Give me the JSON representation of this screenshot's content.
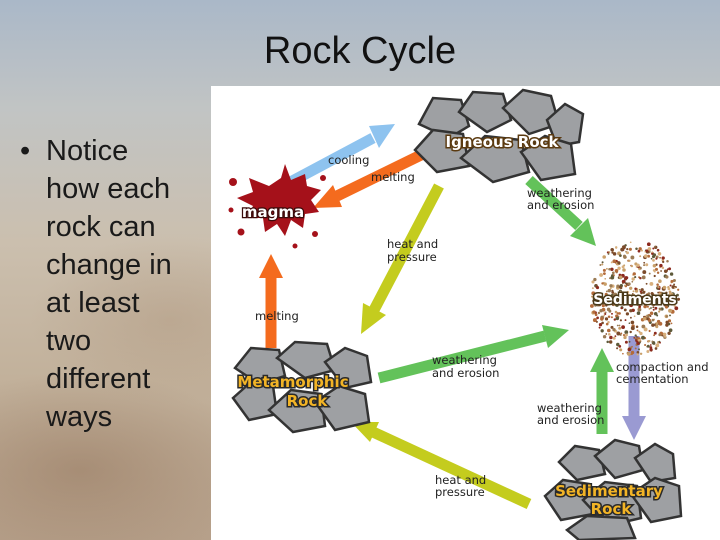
{
  "slide": {
    "title": "Rock Cycle",
    "bullet_lines": [
      "Notice",
      "how each",
      "rock can",
      "change in",
      "at least",
      "two",
      "different",
      "ways"
    ]
  },
  "diagram": {
    "nodes": {
      "igneous": "Igneous Rock",
      "magma": "magma",
      "sediments": "Sediments",
      "metamorphic_line1": "Metamorphic",
      "metamorphic_line2": "Rock",
      "sedimentary_line1": "Sedimentary",
      "sedimentary_line2": "Rock"
    },
    "labels": {
      "cooling": "cooling",
      "melting_top": "melting",
      "weathering_top_1": "weathering",
      "weathering_top_2": "and erosion",
      "heat_pressure_mid_1": "heat and",
      "heat_pressure_mid_2": "pressure",
      "melting_left": "melting",
      "weathering_mid_1": "weathering",
      "weathering_mid_2": "and erosion",
      "compaction_1": "compaction and",
      "compaction_2": "cementation",
      "weathering_low_1": "weathering",
      "weathering_low_2": "and erosion",
      "heat_pressure_low_1": "heat and",
      "heat_pressure_low_2": "pressure"
    },
    "colors": {
      "cooling_arrow": "#8ec3ef",
      "melting_arrow": "#f46b1e",
      "weathering_arrow": "#63c25a",
      "heat_pressure_arrow": "#c4cc1e",
      "compaction_arrow": "#9a9ad2",
      "magma": "#a5111a",
      "rock": "#9ea0a3"
    }
  }
}
